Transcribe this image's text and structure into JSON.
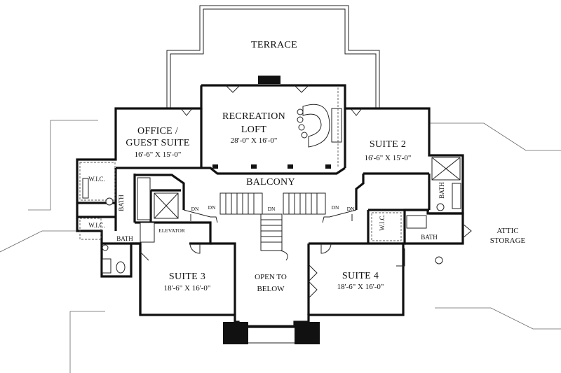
{
  "rooms": {
    "terrace": "TERRACE",
    "recreation_line1": "RECREATION",
    "recreation_line2": "LOFT",
    "recreation_dim": "28'-0\" X 16'-0\"",
    "office_line1": "OFFICE /",
    "office_line2": "GUEST SUITE",
    "office_dim": "16'-6\" X 15'-0\"",
    "suite2": "SUITE 2",
    "suite2_dim": "16'-6\" X 15'-0\"",
    "balcony": "BALCONY",
    "suite3": "SUITE 3",
    "suite3_dim": "18'-6\" X 16'-0\"",
    "open_line1": "OPEN TO",
    "open_line2": "BELOW",
    "suite4": "SUITE 4",
    "suite4_dim": "18'-6\" X 16'-0\"",
    "attic_line1": "ATTIC",
    "attic_line2": "STORAGE",
    "bath": "BATH",
    "wic": "W.I.C.",
    "elevator": "ELEVATOR",
    "dn": "DN"
  }
}
